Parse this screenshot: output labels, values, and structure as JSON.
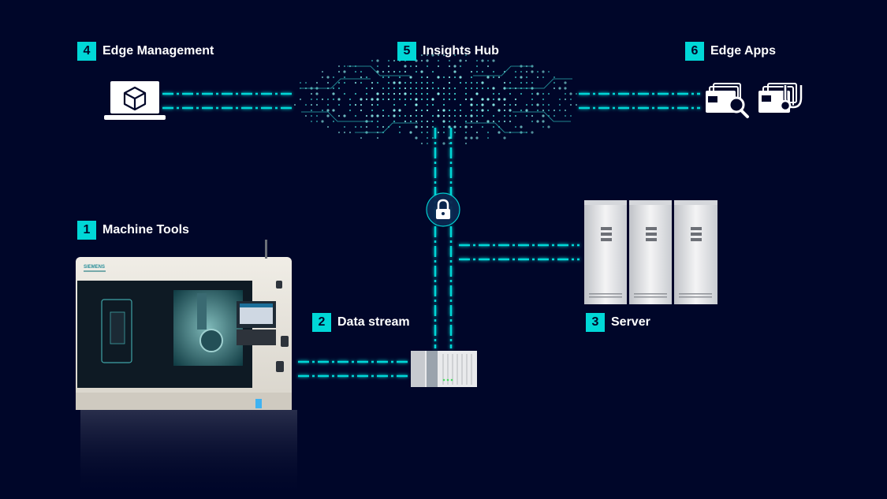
{
  "accent_color": "#00d7d7",
  "background_color": "#000629",
  "labels": {
    "machine_tools": {
      "number": "1",
      "text": "Machine Tools"
    },
    "data_stream": {
      "number": "2",
      "text": "Data stream"
    },
    "server": {
      "number": "3",
      "text": "Server"
    },
    "edge_management": {
      "number": "4",
      "text": "Edge Management"
    },
    "insights_hub": {
      "number": "5",
      "text": "Insights Hub"
    },
    "edge_apps": {
      "number": "6",
      "text": "Edge Apps"
    }
  },
  "icons": {
    "laptop": "laptop-icon",
    "cube": "cube-icon",
    "lock": "lock-icon",
    "analytics_app": "magnifier-app-icon",
    "health_app": "stethoscope-app-icon"
  },
  "machine_brand": "SIEMENS"
}
